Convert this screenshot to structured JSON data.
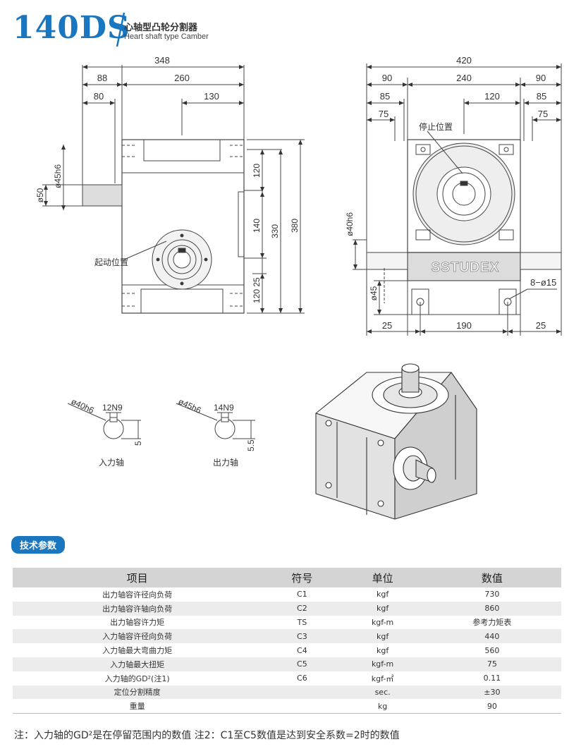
{
  "header": {
    "model": "140DS",
    "title_cn": "心轴型凸轮分割器",
    "title_en": "Heart shaft type Camber",
    "brand_color": "#1a76bf"
  },
  "drawing": {
    "left_view": {
      "dim_348": "348",
      "dim_88": "88",
      "dim_260": "260",
      "dim_80": "80",
      "dim_130": "130",
      "dim_phi45h6": "ø45h6",
      "dim_phi50": "ø50",
      "dim_120_top": "120",
      "dim_330": "330",
      "dim_140": "140",
      "dim_380": "380",
      "dim_25": "25",
      "dim_120_bot": "120",
      "start_position": "起动位置"
    },
    "right_view": {
      "dim_420": "420",
      "dim_90_left": "90",
      "dim_240": "240",
      "dim_90_right": "90",
      "dim_85_left": "85",
      "dim_120": "120",
      "dim_85_right": "85",
      "dim_75_left": "75",
      "dim_75_right": "75",
      "stop_position": "停止位置",
      "brand": "SSTUDEX",
      "dim_phi40h6": "ø40h6",
      "dim_phi45": "ø45",
      "dim_8phi15": "8−ø15",
      "dim_25_left": "25",
      "dim_190": "190",
      "dim_25_right": "25"
    },
    "input_shaft": {
      "dia": "ø40h6",
      "key": "12N9",
      "depth": "5",
      "label": "入力轴"
    },
    "output_shaft": {
      "dia": "ø45h6",
      "key": "14N9",
      "depth": "5.5",
      "label": "出力轴"
    }
  },
  "tech": {
    "badge": "技术参数",
    "headers": [
      "项目",
      "符号",
      "单位",
      "数值"
    ],
    "rows": [
      [
        "出力轴容许径向负荷",
        "C1",
        "kgf",
        "730"
      ],
      [
        "出力轴容许轴向负荷",
        "C2",
        "kgf",
        "860"
      ],
      [
        "出力轴容许力矩",
        "TS",
        "kgf-m",
        "参考力矩表"
      ],
      [
        "入力轴容许径向负荷",
        "C3",
        "kgf",
        "440"
      ],
      [
        "入力轴最大弯曲力矩",
        "C4",
        "kgf",
        "560"
      ],
      [
        "入力轴最大扭矩",
        "C5",
        "kgf-m",
        "75"
      ],
      [
        "入力轴的GD²(注1)",
        "C6",
        "kgf-㎡",
        "0.11"
      ],
      [
        "定位分割精度",
        "",
        "sec.",
        "±30"
      ],
      [
        "重量",
        "",
        "kg",
        "90"
      ]
    ],
    "note": "注：入力轴的GD²是在停留范围内的数值    注2：C1至C5数值是达到安全系数=2时的数值"
  }
}
